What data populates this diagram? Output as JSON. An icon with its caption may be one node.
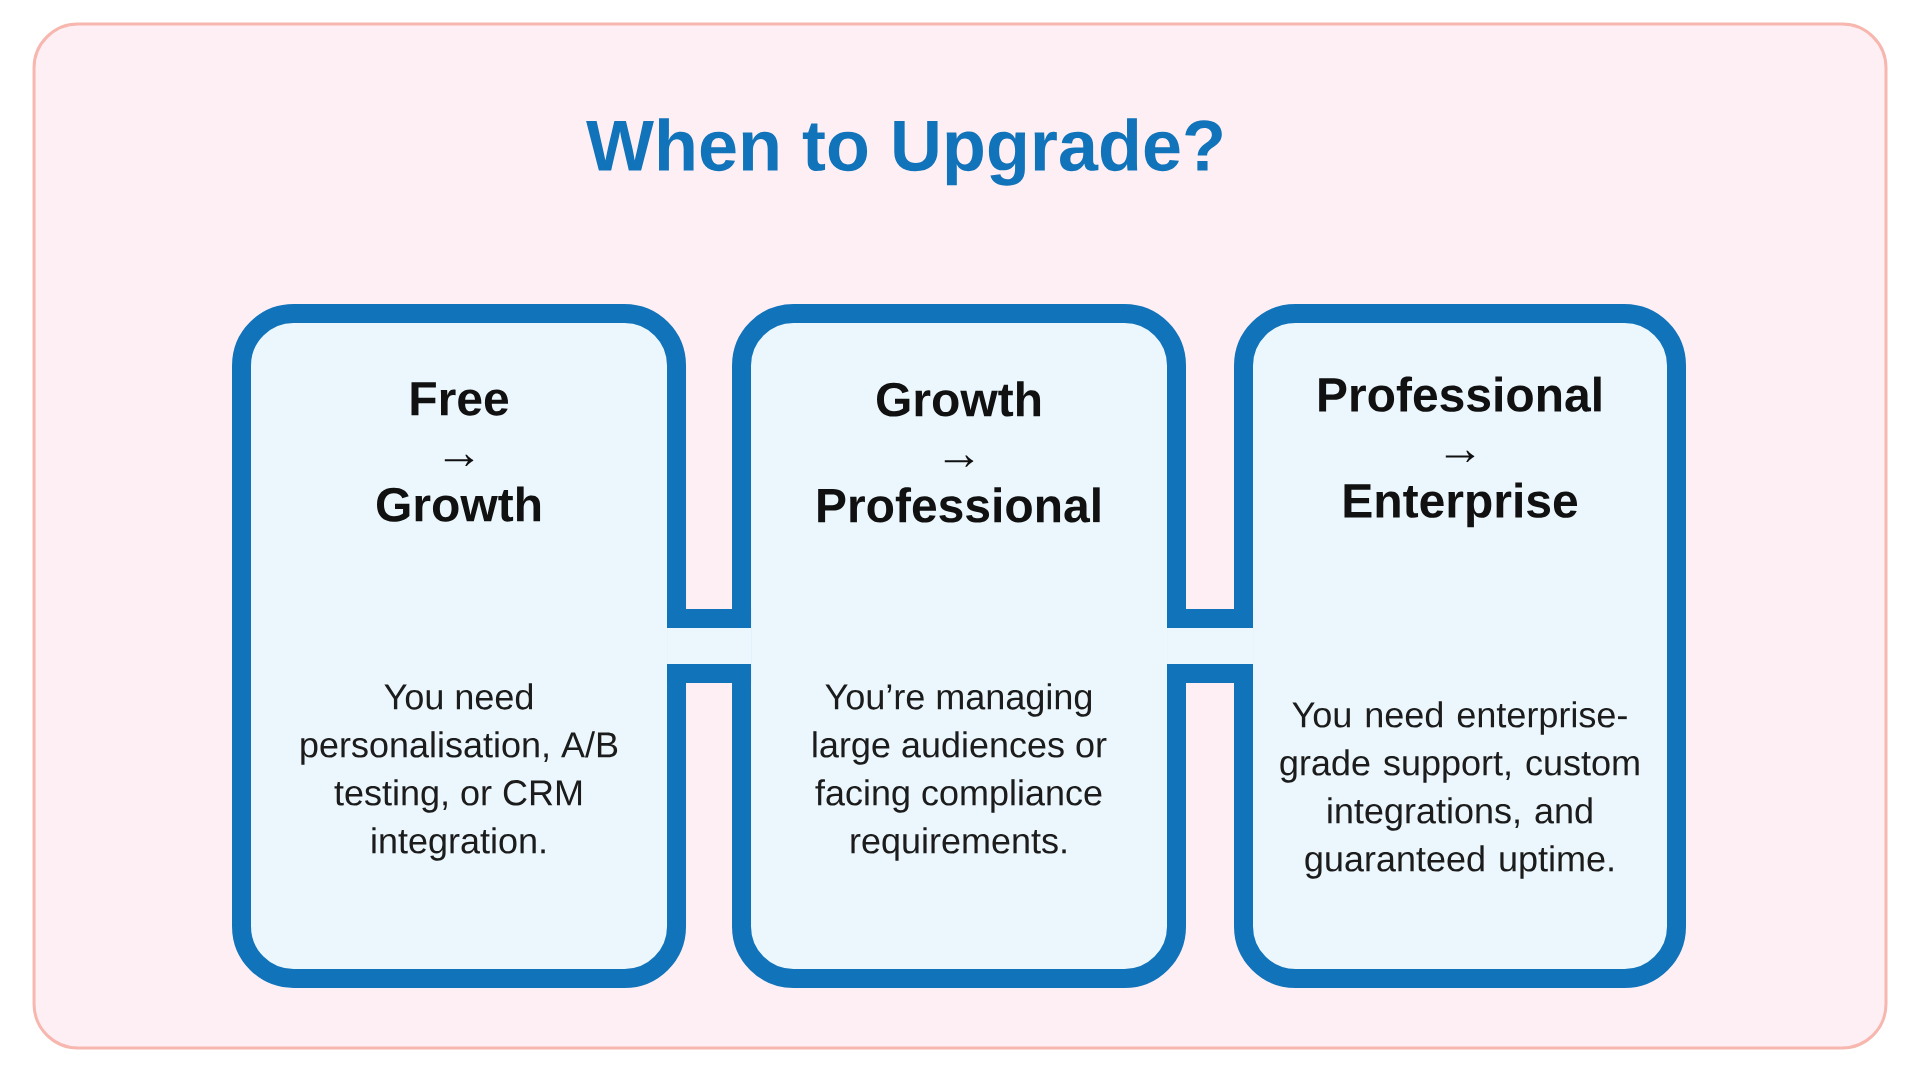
{
  "diagram": {
    "title": "When to Upgrade?",
    "nodes": [
      {
        "text": [
          "Free → Growth",
          "You need personalisation, A/B testing, or CRM integration."
        ]
      },
      {
        "text": [
          "Growth → Professional",
          "You’re managing large audiences or facing compliance requirements."
        ]
      },
      {
        "text": [
          "Professional → Enterprise",
          "You need enterprise-grade support, custom integrations, and guaranteed uptime."
        ]
      }
    ],
    "edges": [
      {
        "from": 0,
        "to": 1,
        "arrow": "none"
      },
      {
        "from": 1,
        "to": 2,
        "arrow": "none"
      }
    ]
  }
}
